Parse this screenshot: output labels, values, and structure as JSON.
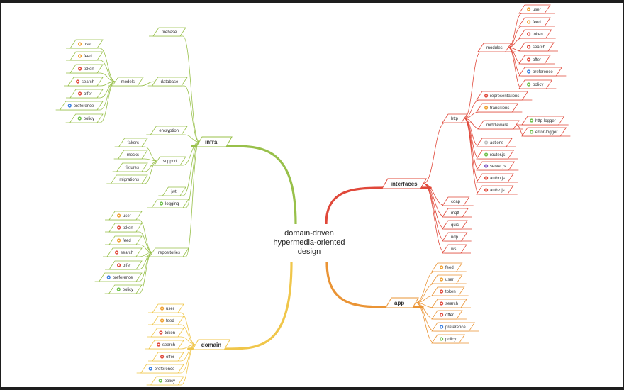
{
  "center": {
    "lines": [
      "domain-driven",
      "hypermedia-oriented",
      "design"
    ]
  },
  "colors": {
    "canvas": "#ffffff",
    "frame": "#1e1e1e",
    "infra": "#98c04a",
    "interfaces": "#e0483a",
    "app": "#ea9435",
    "domain": "#f0c64a",
    "icon_orange": "#f0a030",
    "icon_red": "#e0483a",
    "icon_blue": "#3a7fe0",
    "icon_green": "#6cc04a",
    "icon_purple": "#7a4fc0",
    "icon_gray": "#c0c0c0"
  },
  "infra": {
    "label": "infra",
    "firebase": "firebase",
    "database": "database",
    "models": "models",
    "model_items": [
      {
        "label": "user",
        "icon": "user-icon"
      },
      {
        "label": "feed",
        "icon": "feed-icon"
      },
      {
        "label": "token",
        "icon": "token-icon"
      },
      {
        "label": "search",
        "icon": "search-icon"
      },
      {
        "label": "offer",
        "icon": "offer-icon"
      },
      {
        "label": "preference",
        "icon": "preference-icon"
      },
      {
        "label": "policy",
        "icon": "policy-icon"
      }
    ],
    "encryption": "encryption",
    "support": "support",
    "support_items": [
      "fakers",
      "mocks",
      "fixtures",
      "migrations"
    ],
    "jwt": "jwt",
    "logging": "logging",
    "repositories": "repositories",
    "repository_items": [
      {
        "label": "user",
        "icon": "user-icon"
      },
      {
        "label": "token",
        "icon": "token-icon"
      },
      {
        "label": "feed",
        "icon": "feed-icon"
      },
      {
        "label": "search",
        "icon": "search-icon"
      },
      {
        "label": "offer",
        "icon": "offer-icon"
      },
      {
        "label": "preference",
        "icon": "preference-icon"
      },
      {
        "label": "policy",
        "icon": "policy-icon"
      }
    ]
  },
  "interfaces": {
    "label": "interfaces",
    "http": "http",
    "modules": "modules",
    "module_items": [
      {
        "label": "user",
        "icon": "user-icon"
      },
      {
        "label": "feed",
        "icon": "feed-icon"
      },
      {
        "label": "token",
        "icon": "token-icon"
      },
      {
        "label": "search",
        "icon": "search-icon"
      },
      {
        "label": "offer",
        "icon": "offer-icon"
      },
      {
        "label": "preference",
        "icon": "preference-icon"
      },
      {
        "label": "policy",
        "icon": "policy-icon"
      }
    ],
    "representations": "representations",
    "transitions": "transitions",
    "middleware": "middleware",
    "middleware_items": [
      "http-logger",
      "error-logger"
    ],
    "actions": "actions",
    "files": [
      "router.js",
      "server.js",
      "authn.js",
      "authz.js"
    ],
    "protocols": [
      "coap",
      "mqtt",
      "quic",
      "udp",
      "ws"
    ]
  },
  "app": {
    "label": "app",
    "items": [
      {
        "label": "feed",
        "icon": "feed-icon"
      },
      {
        "label": "user",
        "icon": "user-icon"
      },
      {
        "label": "token",
        "icon": "token-icon"
      },
      {
        "label": "search",
        "icon": "search-icon"
      },
      {
        "label": "offer",
        "icon": "offer-icon"
      },
      {
        "label": "preference",
        "icon": "preference-icon"
      },
      {
        "label": "policy",
        "icon": "policy-icon"
      }
    ]
  },
  "domain": {
    "label": "domain",
    "items": [
      {
        "label": "user",
        "icon": "user-icon"
      },
      {
        "label": "feed",
        "icon": "feed-icon"
      },
      {
        "label": "token",
        "icon": "token-icon"
      },
      {
        "label": "search",
        "icon": "search-icon"
      },
      {
        "label": "offer",
        "icon": "offer-icon"
      },
      {
        "label": "preference",
        "icon": "preference-icon"
      },
      {
        "label": "policy",
        "icon": "policy-icon"
      }
    ]
  }
}
